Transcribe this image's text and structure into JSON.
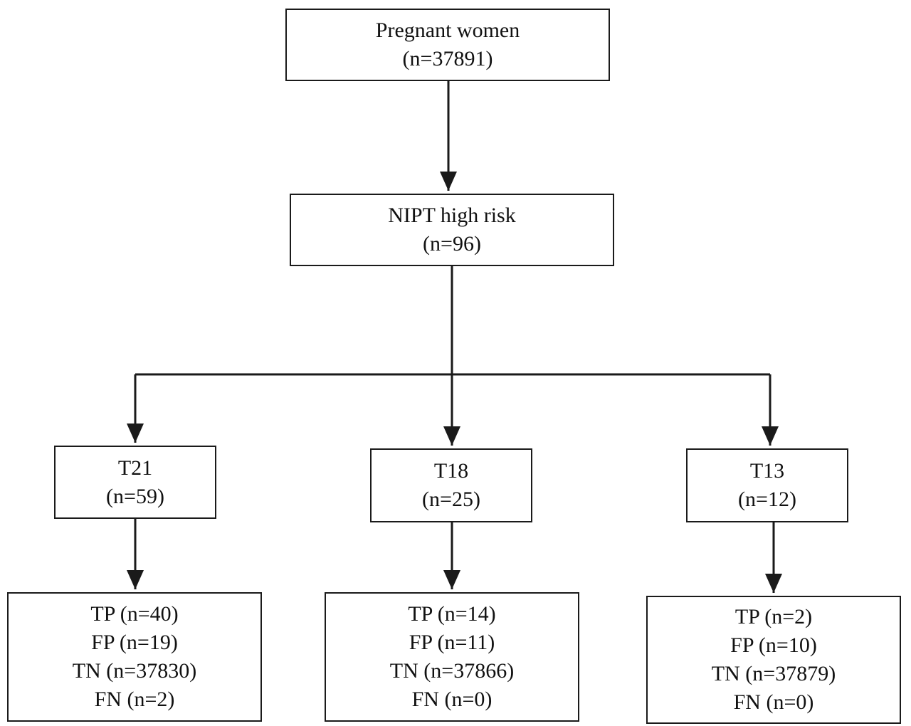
{
  "root": {
    "label": "Pregnant women",
    "count": "(n=37891)"
  },
  "screen": {
    "label": "NIPT high risk",
    "count": "(n=96)"
  },
  "branches": [
    {
      "label": "T21",
      "count": "(n=59)",
      "outcomes": [
        "TP (n=40)",
        "FP (n=19)",
        "TN (n=37830)",
        "FN (n=2)"
      ]
    },
    {
      "label": "T18",
      "count": "(n=25)",
      "outcomes": [
        "TP (n=14)",
        "FP (n=11)",
        "TN (n=37866)",
        "FN (n=0)"
      ]
    },
    {
      "label": "T13",
      "count": "(n=12)",
      "outcomes": [
        "TP (n=2)",
        "FP (n=10)",
        "TN (n=37879)",
        "FN (n=0)"
      ]
    }
  ]
}
